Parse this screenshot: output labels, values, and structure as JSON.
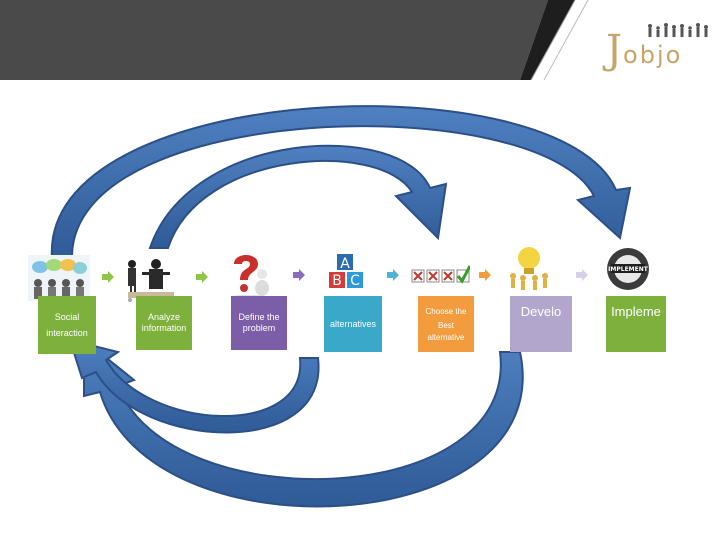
{
  "logo": {
    "text_first": "J",
    "text_rest": "objo"
  },
  "steps": [
    {
      "icon": "meeting-people-icon",
      "lines": [
        "Social",
        "interaction"
      ],
      "color": "#7db13c"
    },
    {
      "icon": "presentation-people-icon",
      "lines": [
        "Analyze",
        "information"
      ],
      "color": "#7db13c"
    },
    {
      "icon": "question-mark-person-icon",
      "lines": [
        "Define the",
        "problem"
      ],
      "color": "#7b5ea7"
    },
    {
      "icon": "abc-blocks-icon",
      "lines": [
        "alternatives"
      ],
      "color": "#3aa8c9"
    },
    {
      "icon": "checkbox-list-icon",
      "lines": [
        "Choose the",
        "Best",
        "alternative"
      ],
      "color": "#f39c3d"
    },
    {
      "icon": "lightbulb-people-icon",
      "lines": [
        "Develo"
      ],
      "color": "#b3a6cc"
    },
    {
      "icon": "implement-gear-icon",
      "lines": [
        "Impleme"
      ],
      "color": "#7db13c"
    }
  ],
  "colors": {
    "banner": "#4d4d4d",
    "banner_edge": "#1f1f1f",
    "arrow_fill": "#3f6fae",
    "arrow_stroke": "#2b4f86"
  }
}
